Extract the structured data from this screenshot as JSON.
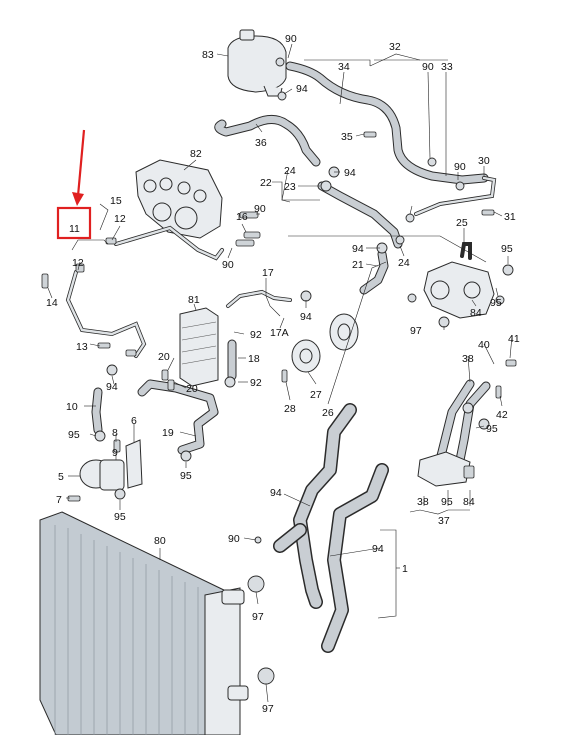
{
  "part_labels": [
    {
      "id": "83",
      "text": "83"
    },
    {
      "id": "90a",
      "text": "90"
    },
    {
      "id": "32",
      "text": "32"
    },
    {
      "id": "34",
      "text": "34"
    },
    {
      "id": "90b",
      "text": "90"
    },
    {
      "id": "33",
      "text": "33"
    },
    {
      "id": "94a",
      "text": "94"
    },
    {
      "id": "35",
      "text": "35"
    },
    {
      "id": "36",
      "text": "36"
    },
    {
      "id": "82",
      "text": "82"
    },
    {
      "id": "90c",
      "text": "90"
    },
    {
      "id": "30",
      "text": "30"
    },
    {
      "id": "24a",
      "text": "24"
    },
    {
      "id": "94b",
      "text": "94"
    },
    {
      "id": "22",
      "text": "22"
    },
    {
      "id": "23",
      "text": "23"
    },
    {
      "id": "15",
      "text": "15"
    },
    {
      "id": "12a",
      "text": "12"
    },
    {
      "id": "11",
      "text": "11"
    },
    {
      "id": "90d",
      "text": "90"
    },
    {
      "id": "16",
      "text": "16"
    },
    {
      "id": "90e",
      "text": "90"
    },
    {
      "id": "31",
      "text": "31"
    },
    {
      "id": "25",
      "text": "25"
    },
    {
      "id": "12b",
      "text": "12"
    },
    {
      "id": "94c",
      "text": "94"
    },
    {
      "id": "24b",
      "text": "24"
    },
    {
      "id": "95a",
      "text": "95"
    },
    {
      "id": "21",
      "text": "21"
    },
    {
      "id": "17",
      "text": "17"
    },
    {
      "id": "14",
      "text": "14"
    },
    {
      "id": "81",
      "text": "81"
    },
    {
      "id": "84",
      "text": "84"
    },
    {
      "id": "95b",
      "text": "95"
    },
    {
      "id": "94d",
      "text": "94"
    },
    {
      "id": "97a",
      "text": "97"
    },
    {
      "id": "92a",
      "text": "92"
    },
    {
      "id": "17A",
      "text": "17A"
    },
    {
      "id": "41",
      "text": "41"
    },
    {
      "id": "13",
      "text": "13"
    },
    {
      "id": "40",
      "text": "40"
    },
    {
      "id": "18",
      "text": "18"
    },
    {
      "id": "38a",
      "text": "38"
    },
    {
      "id": "20a",
      "text": "20"
    },
    {
      "id": "94e",
      "text": "94"
    },
    {
      "id": "92b",
      "text": "92"
    },
    {
      "id": "20b",
      "text": "20"
    },
    {
      "id": "27",
      "text": "27"
    },
    {
      "id": "10",
      "text": "10"
    },
    {
      "id": "28",
      "text": "28"
    },
    {
      "id": "42",
      "text": "42"
    },
    {
      "id": "26",
      "text": "26"
    },
    {
      "id": "6",
      "text": "6"
    },
    {
      "id": "95c",
      "text": "95"
    },
    {
      "id": "19",
      "text": "19"
    },
    {
      "id": "95d",
      "text": "95"
    },
    {
      "id": "8",
      "text": "8"
    },
    {
      "id": "9",
      "text": "9"
    },
    {
      "id": "95e",
      "text": "95"
    },
    {
      "id": "5",
      "text": "5"
    },
    {
      "id": "7",
      "text": "7"
    },
    {
      "id": "94f",
      "text": "94"
    },
    {
      "id": "38b",
      "text": "38"
    },
    {
      "id": "95f",
      "text": "95"
    },
    {
      "id": "84b",
      "text": "84"
    },
    {
      "id": "95g",
      "text": "95"
    },
    {
      "id": "37",
      "text": "37"
    },
    {
      "id": "80",
      "text": "80"
    },
    {
      "id": "90f",
      "text": "90"
    },
    {
      "id": "94g",
      "text": "94"
    },
    {
      "id": "1",
      "text": "1"
    },
    {
      "id": "97b",
      "text": "97"
    },
    {
      "id": "97c",
      "text": "97"
    }
  ],
  "highlight": {
    "color": "#e02020",
    "target": "11"
  }
}
